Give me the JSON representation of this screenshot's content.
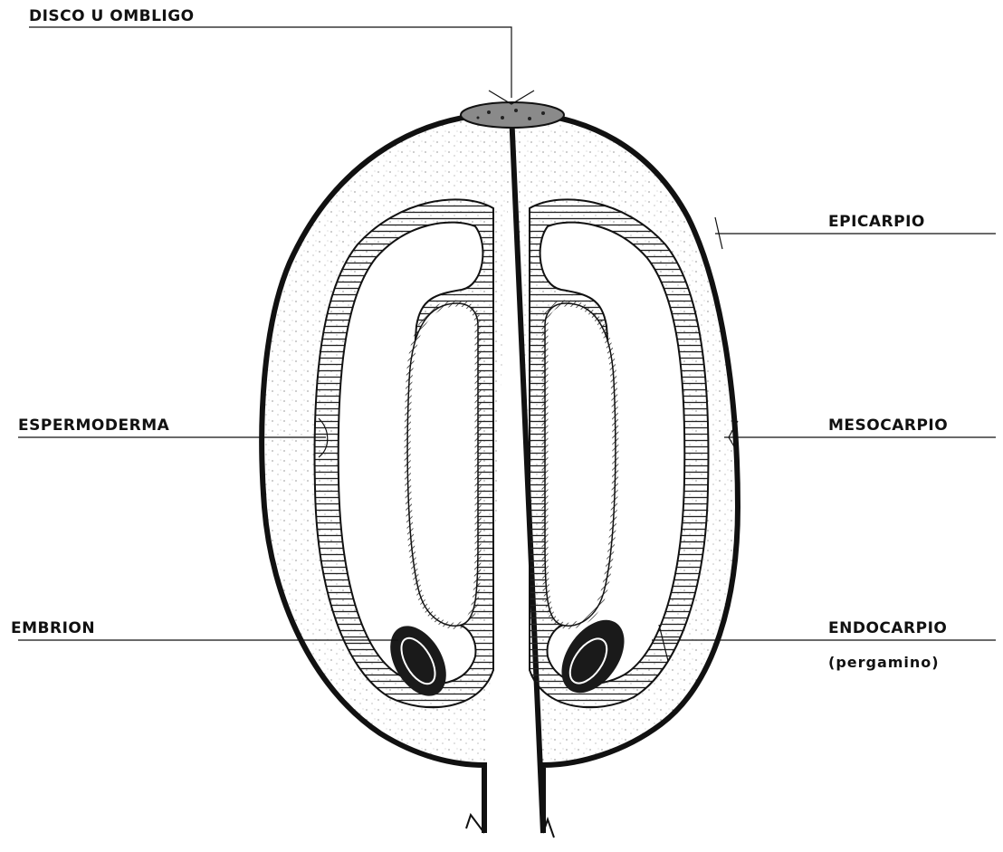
{
  "labels": {
    "disco": "DISCO U OMBLIGO",
    "epicarpio": "EPICARPIO",
    "espermoderma": "ESPERMODERMA",
    "mesocarpio": "MESOCARPIO",
    "embrion": "EMBRION",
    "endocarpio": "ENDOCARPIO",
    "endocarpio_sub": "(pergamino)"
  },
  "colors": {
    "ink": "#111111",
    "background": "#ffffff",
    "disc_fill": "#8a8a8a"
  }
}
